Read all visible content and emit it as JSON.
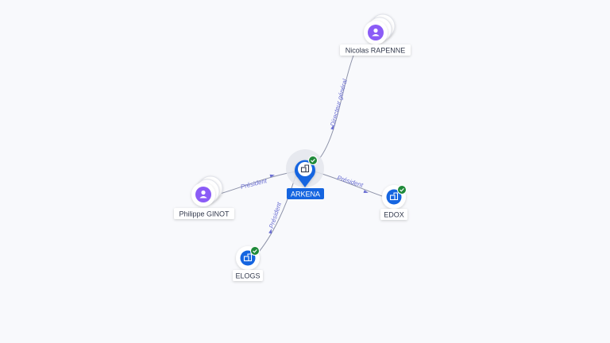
{
  "colors": {
    "person": "#8b5cf6",
    "company": "#1565e0",
    "verified": "#1f8a3a",
    "edge": "#8d92a8",
    "edge_label": "#6b6fd3"
  },
  "nodes": {
    "arkena": {
      "label": "ARKENA",
      "type": "company",
      "verified": true,
      "icon": "building-icon"
    },
    "nicolas": {
      "label": "Nicolas RAPENNE",
      "type": "person",
      "icon": "person-icon"
    },
    "philippe": {
      "label": "Philippe GINOT",
      "type": "person",
      "icon": "person-icon"
    },
    "edox": {
      "label": "EDOX",
      "type": "company",
      "verified": true,
      "icon": "building-icon"
    },
    "elogs": {
      "label": "ELOGS",
      "type": "company",
      "verified": true,
      "icon": "building-icon"
    }
  },
  "edges": {
    "nicolas": {
      "label": "Directeur général"
    },
    "philippe": {
      "label": "Président"
    },
    "edox": {
      "label": "Président"
    },
    "elogs": {
      "label": "Président"
    }
  }
}
